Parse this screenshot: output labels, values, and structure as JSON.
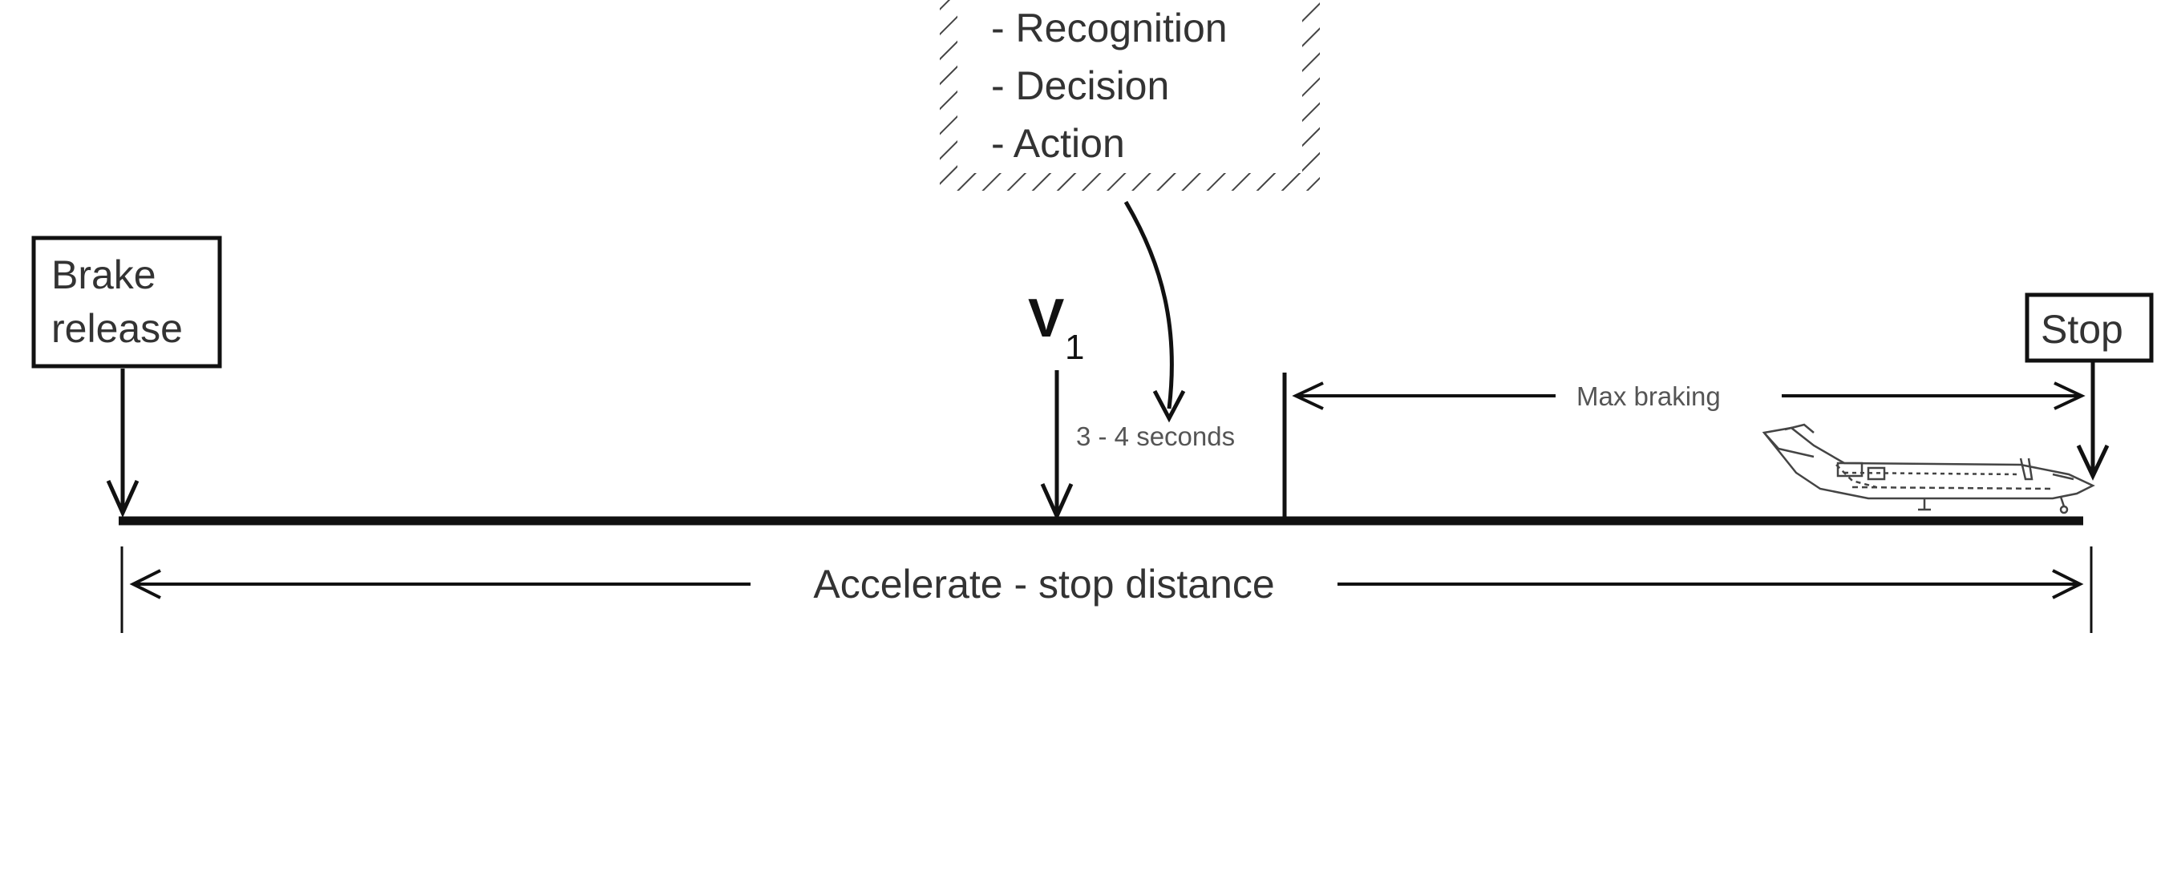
{
  "labels": {
    "brake_release_line1": "Brake",
    "brake_release_line2": "release",
    "v1": "V",
    "v1_subscript": "1",
    "reaction_items": [
      "- Recognition",
      "- Decision",
      "- Action"
    ],
    "reaction_time": "3 - 4 seconds",
    "max_braking": "Max braking",
    "stop": "Stop",
    "accelerate_stop_distance": "Accelerate - stop distance"
  },
  "icons": {
    "aircraft": "aircraft-icon"
  }
}
